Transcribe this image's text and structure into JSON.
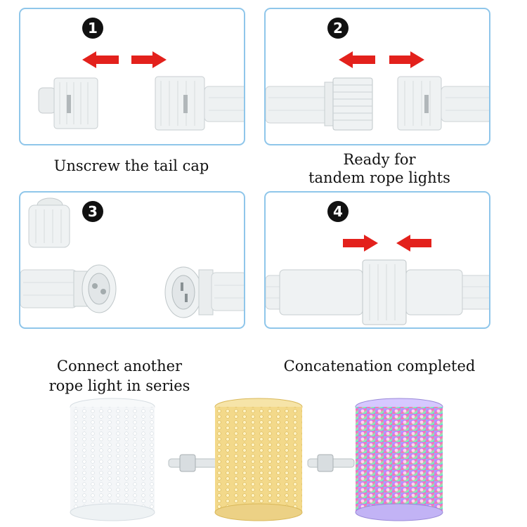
{
  "steps": [
    {
      "number": "1",
      "caption": "Unscrew the tail cap"
    },
    {
      "number": "2",
      "caption_line1": "Ready for",
      "caption_line2": "tandem rope lights"
    },
    {
      "number": "3",
      "caption_line1": "Connect another",
      "caption_line2": "rope light in series"
    },
    {
      "number": "4",
      "caption": "Concatenation completed"
    }
  ],
  "colors": {
    "panel_border": "#8fc6ea",
    "arrow": "#e3211c",
    "badge": "#111111",
    "warm_white": "#f3d98a",
    "cool_white": "#f4f6f8"
  },
  "icons": [
    "red-arrow-left-icon",
    "red-arrow-right-icon",
    "numbered-badge-icon"
  ]
}
